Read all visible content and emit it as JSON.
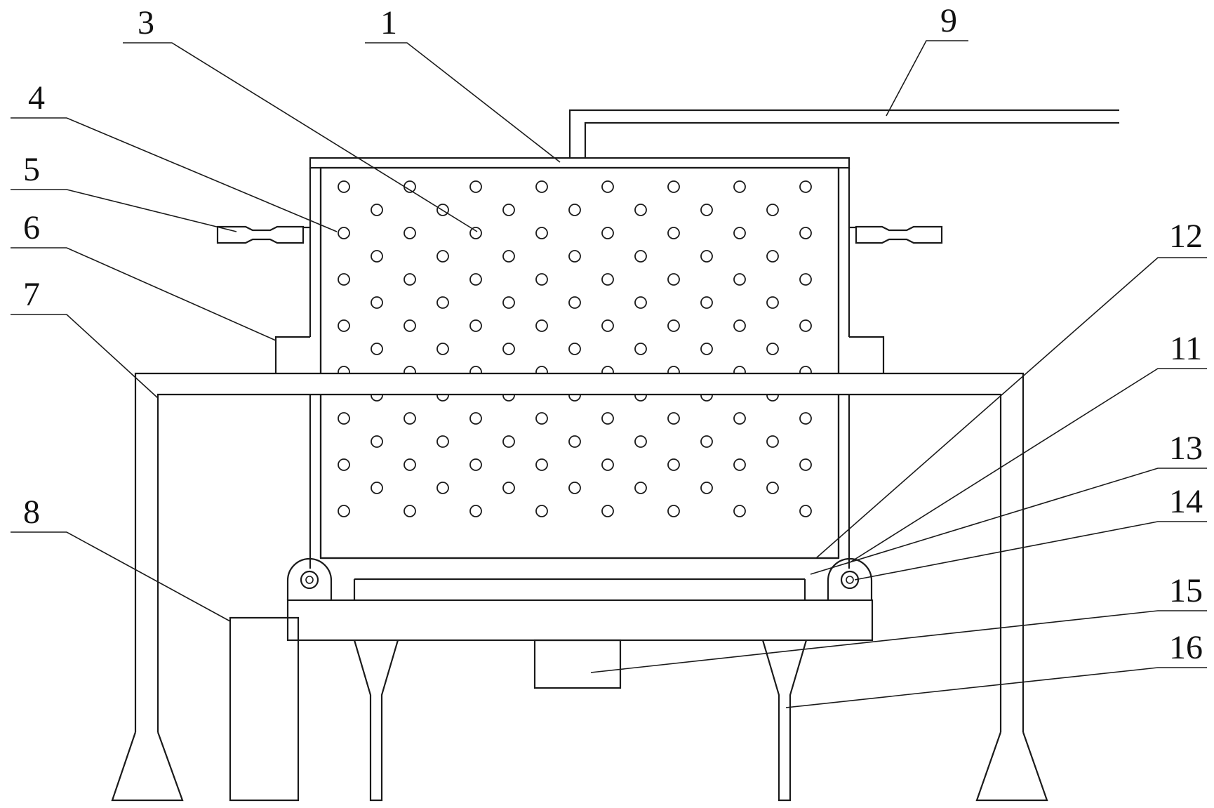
{
  "callouts": [
    {
      "id": "c1",
      "label": "1"
    },
    {
      "id": "c3",
      "label": "3"
    },
    {
      "id": "c4",
      "label": "4"
    },
    {
      "id": "c5",
      "label": "5"
    },
    {
      "id": "c6",
      "label": "6"
    },
    {
      "id": "c7",
      "label": "7"
    },
    {
      "id": "c8",
      "label": "8"
    },
    {
      "id": "c9",
      "label": "9"
    },
    {
      "id": "c11",
      "label": "11"
    },
    {
      "id": "c12",
      "label": "12"
    },
    {
      "id": "c13",
      "label": "13"
    },
    {
      "id": "c14",
      "label": "14"
    },
    {
      "id": "c15",
      "label": "15"
    },
    {
      "id": "c16",
      "label": "16"
    }
  ],
  "colors": {
    "line": "#1a1a1a",
    "background": "#ffffff"
  }
}
